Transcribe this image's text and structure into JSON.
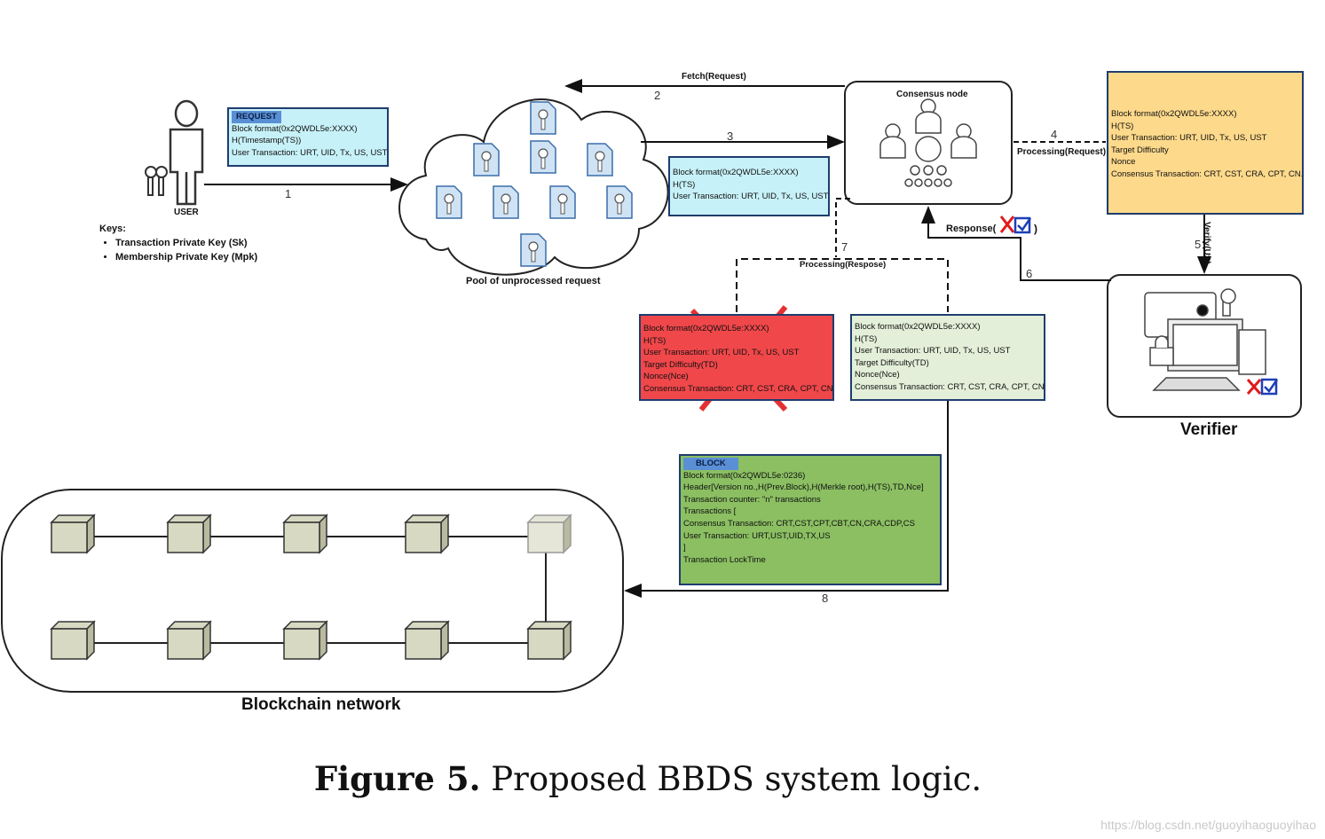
{
  "figure": {
    "caption_label": "Figure 5.",
    "caption_text": " Proposed BBDS system logic.",
    "watermark": "https://blog.csdn.net/guoyihaoguoyihao"
  },
  "user": {
    "label": "USER",
    "keys_title": "Keys:",
    "keys": [
      "Transaction Private Key (Sk)",
      "Membership Private Key (Mpk)"
    ]
  },
  "request_box": {
    "header": "REQUEST",
    "lines": [
      "Block format(0x2QWDL5e:XXXX)",
      "H(Timestamp(TS))",
      "User Transaction: URT, UID, Tx, US, UST"
    ],
    "fill": "#c7f1f8"
  },
  "pool": {
    "label": "Pool of unprocessed request"
  },
  "fetch_box": {
    "lines": [
      "Block format(0x2QWDL5e:XXXX)",
      "H(TS)",
      "User Transaction: URT, UID, Tx, US, UST"
    ],
    "fill": "#c7f1f8"
  },
  "consensus": {
    "label": "Consensus node"
  },
  "yellow_box": {
    "lines": [
      "Block format(0x2QWDL5e:XXXX)",
      "H(TS)",
      "User Transaction: URT, UID, Tx, US, UST",
      "Target Difficulty",
      "Nonce",
      "Consensus Transaction: CRT, CST, CRA, CPT, CN."
    ],
    "fill": "#fdd98b"
  },
  "verifier": {
    "label": "Verifier"
  },
  "rejected_box": {
    "lines": [
      "Block format(0x2QWDL5e:XXXX)",
      "H(TS)",
      "User Transaction: URT, UID, Tx, US, UST",
      "Target Difficulty(TD)",
      "Nonce(Nce)",
      "Consensus Transaction: CRT, CST, CRA, CPT, CN."
    ],
    "fill": "#f0474a"
  },
  "accepted_box": {
    "lines": [
      "Block format(0x2QWDL5e:XXXX)",
      "H(TS)",
      "User Transaction: URT, UID, Tx, US, UST",
      "Target Difficulty(TD)",
      "Nonce(Nce)",
      "Consensus Transaction: CRT, CST, CRA, CPT, CN."
    ],
    "fill": "#e3efd9"
  },
  "block_box": {
    "header": "BLOCK",
    "lines": [
      "Block format(0x2QWDL5e:0236)",
      "Header[Version no.,H(Prev.Block),H(Merkle root),H(TS),TD,Nce]",
      "Transaction counter: \"n\" transactions",
      "Transactions [",
      "Consensus Transaction: CRT,CST,CPT,CBT,CN,CRA,CDP,CS",
      "User Transaction: URT,UST,UID,TX,US",
      "]",
      "Transaction LockTime"
    ],
    "fill": "#8bbf62"
  },
  "blockchain": {
    "label": "Blockchain network"
  },
  "arrows": {
    "a1": "1",
    "a2": "2",
    "a3": "3",
    "a4": "4",
    "a5": "5",
    "a6": "6",
    "a7": "7",
    "a8": "8",
    "fetch_label": "Fetch(Request)",
    "processing_request_label": "Processing(Request)",
    "processing_response_label": "Processing(Respose)",
    "response_label": "Response(",
    "response_close": ")",
    "verify_label": "Verify(US)"
  },
  "colors": {
    "line": "#111111",
    "box_border": "#1f3d6e",
    "reject_cross": "#e01b1b",
    "check_blue": "#1d3fb8",
    "cube_face": "#d8d9c2"
  }
}
